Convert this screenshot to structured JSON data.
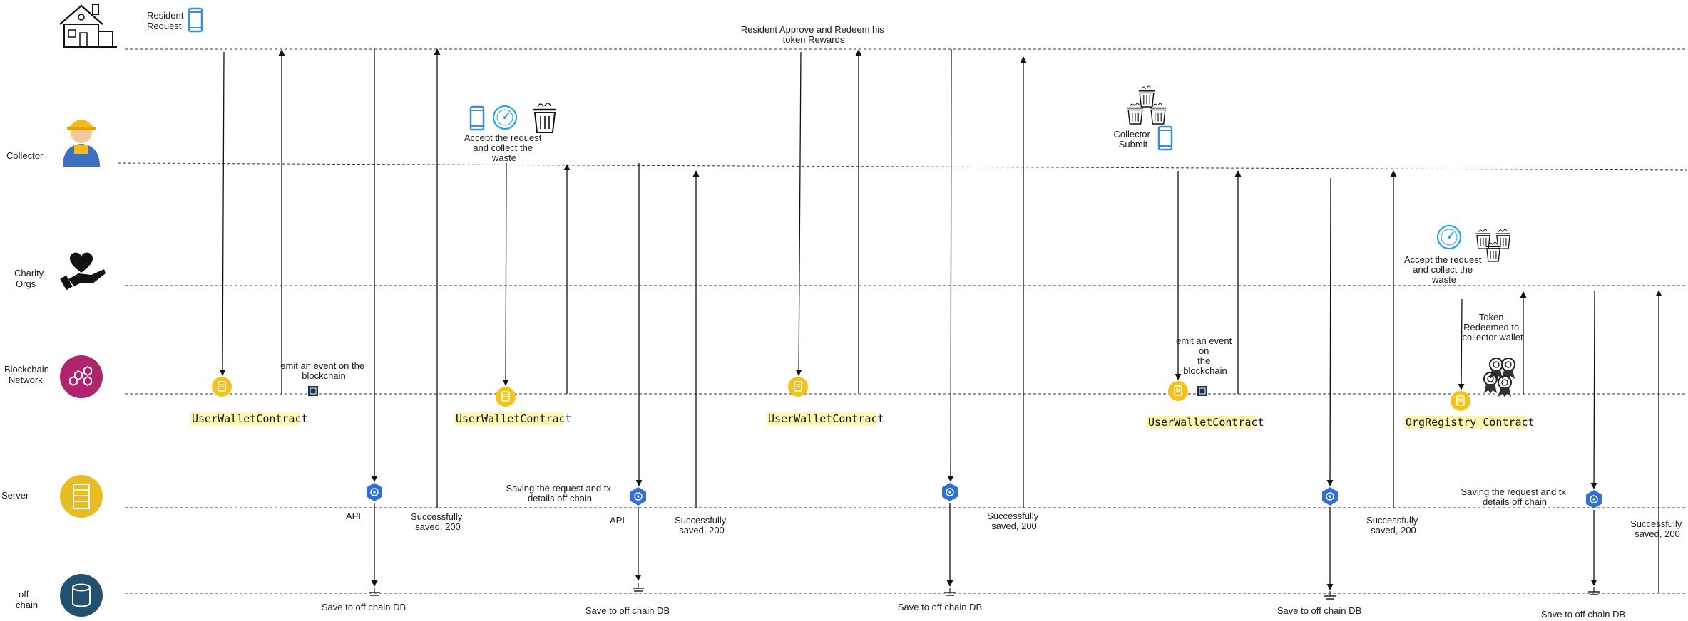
{
  "lanes": [
    {
      "id": "resident",
      "label_lines": []
    },
    {
      "id": "collector",
      "label_lines": [
        "Collector"
      ]
    },
    {
      "id": "charity",
      "label_lines": [
        "Charity",
        "Orgs"
      ]
    },
    {
      "id": "blockchain",
      "label_lines": [
        "Blockchain",
        "Network"
      ]
    },
    {
      "id": "server",
      "label_lines": [
        "Server"
      ]
    },
    {
      "id": "offchain",
      "label_lines": [
        "off-",
        "chain"
      ]
    }
  ],
  "labels": {
    "resident_request": [
      "Resident",
      "Request"
    ],
    "accept_collect_1": [
      "Accept the request",
      "and  collect the",
      "waste"
    ],
    "resident_approve": [
      "Resident Approve and Redeem his",
      "token Rewards"
    ],
    "collector_submit": [
      "Collector",
      "Submit"
    ],
    "accept_collect_2": [
      "Accept the request",
      "and  collect the",
      "waste"
    ],
    "emit_event_1": [
      "emit an event on the",
      "blockchain"
    ],
    "emit_event_2": [
      "emit an event",
      "on",
      "the",
      "blockchain"
    ],
    "token_redeemed": [
      "Token",
      "Redeemed to",
      "collector wallet"
    ],
    "saving_request_1": [
      "Saving the request and tx",
      "details off chain"
    ],
    "saving_request_2": [
      "Saving the request and tx",
      "details off chain"
    ],
    "api": "API",
    "saved_200": [
      "Successfully",
      "saved, 200"
    ],
    "save_db": "Save to off chain DB"
  },
  "contracts": {
    "c1": "UserWalletContract",
    "c2": "UserWalletContract",
    "c3": "UserWalletContract",
    "c4": "UserWalletContract",
    "c5": "OrgRegistry Contract"
  },
  "colors": {
    "contract_highlight": "#fff7b0",
    "contract_node": "#f2c31b",
    "api_node": "#2f6fd6",
    "blockchain_icon": "#b0246e",
    "server_icon": "#e8bd21",
    "db_icon": "#24506f",
    "phone": "#3a8de0"
  }
}
